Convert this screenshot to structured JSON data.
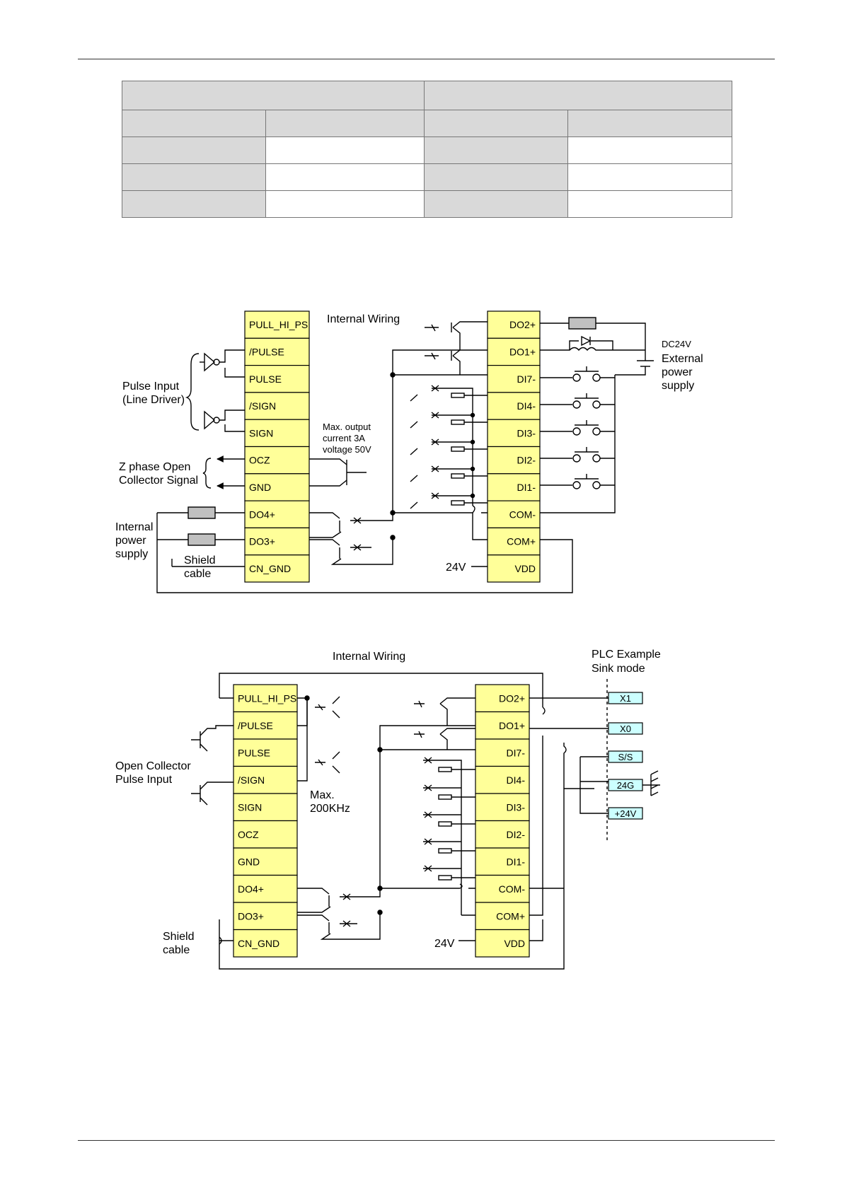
{
  "diagram1": {
    "title": "Internal Wiring",
    "left_pins": [
      "PULL_HI_PS",
      "/PULSE",
      "PULSE",
      "/SIGN",
      "SIGN",
      "OCZ",
      "GND",
      "DO4+",
      "DO3+",
      "CN_GND"
    ],
    "right_pins": [
      "DO2+",
      "DO1+",
      "DI7-",
      "DI4-",
      "DI3-",
      "DI2-",
      "DI1-",
      "COM-",
      "COM+",
      "VDD"
    ],
    "pulse_input_label": [
      "Pulse Input",
      "(Line Driver)"
    ],
    "z_phase_label": [
      "Z phase Open",
      "Collector Signal"
    ],
    "max_output_label": [
      "Max. output",
      "current 3A",
      "voltage 50V"
    ],
    "internal_power_label": [
      "Internal",
      "power",
      "supply"
    ],
    "shield_label": [
      "Shield",
      "cable"
    ],
    "v24_label": "24V",
    "dc24v_label": "DC24V",
    "external_power_label": [
      "External",
      "power",
      "supply"
    ]
  },
  "diagram2": {
    "title": "Internal Wiring",
    "left_pins": [
      "PULL_HI_PS",
      "/PULSE",
      "PULSE",
      "/SIGN",
      "SIGN",
      "OCZ",
      "GND",
      "DO4+",
      "DO3+",
      "CN_GND"
    ],
    "right_pins": [
      "DO2+",
      "DO1+",
      "DI7-",
      "DI4-",
      "DI3-",
      "DI2-",
      "DI1-",
      "COM-",
      "COM+",
      "VDD"
    ],
    "open_collector_label": [
      "Open Collector",
      "Pulse Input"
    ],
    "max_freq_label": [
      "Max.",
      "200KHz"
    ],
    "shield_label": [
      "Shield",
      "cable"
    ],
    "v24_label": "24V",
    "plc_label": [
      "PLC Example",
      "Sink mode"
    ],
    "plc_terminals": [
      "X1",
      "X0",
      "S/S",
      "24G",
      "+24V"
    ]
  }
}
